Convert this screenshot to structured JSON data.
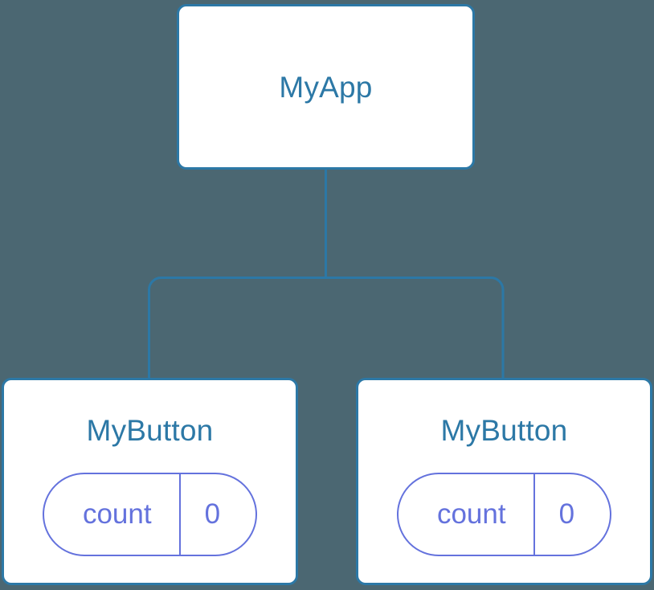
{
  "diagram": {
    "type": "component-tree",
    "background_color": "#4b6772",
    "node_border_color": "#2c78a6",
    "node_fill_color": "#ffffff",
    "node_title_color": "#2c78a6",
    "edge_color": "#2c78a6",
    "state_accent_color": "#6472dd",
    "nodes": [
      {
        "id": "root",
        "title": "MyApp",
        "state": null
      },
      {
        "id": "child-left",
        "title": "MyButton",
        "state": {
          "key": "count",
          "value": "0"
        }
      },
      {
        "id": "child-right",
        "title": "MyButton",
        "state": {
          "key": "count",
          "value": "0"
        }
      }
    ],
    "edges": [
      {
        "from": "root",
        "to": "child-left"
      },
      {
        "from": "root",
        "to": "child-right"
      }
    ]
  }
}
